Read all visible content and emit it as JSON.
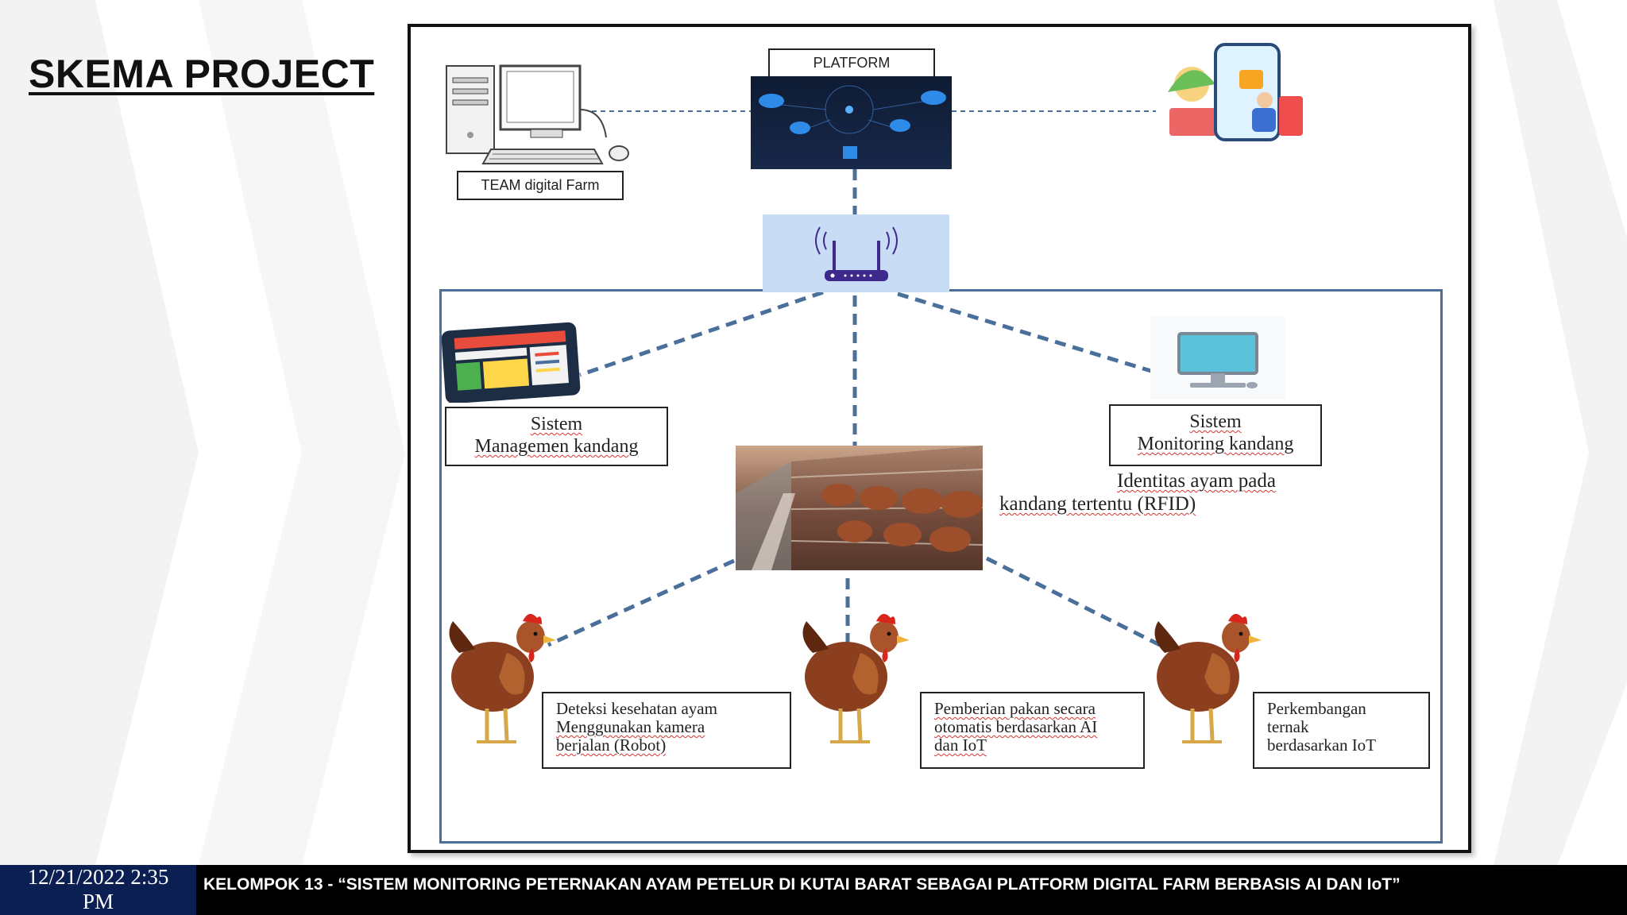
{
  "slide": {
    "title": "SKEMA PROJECT"
  },
  "diagram": {
    "platform_label": "PLATFORM",
    "team_label": "TEAM digital Farm",
    "management": {
      "line1": "Sistem",
      "line2": "Managemen kandang"
    },
    "monitoring": {
      "line1": "Sistem",
      "line2": "Monitoring  kandang"
    },
    "rfid": {
      "line1": "Identitas ayam pada",
      "line2": "kandang tertentu (RFID)"
    },
    "health": {
      "line1": "Deteksi kesehatan ayam",
      "line2": "Menggunakan kamera",
      "line3": "berjalan (Robot)"
    },
    "feeding": {
      "line1": "Pemberian pakan secara",
      "line2": "otomatis berdasarkan AI",
      "line3": "dan IoT"
    },
    "growth": {
      "line1": "Perkembangan",
      "line2": "ternak",
      "line3": "berdasarkan IoT"
    }
  },
  "footer": {
    "date_line1": "12/21/2022 2:35",
    "date_line2": "PM",
    "caption": "KELOMPOK 13 -  “SISTEM MONITORING PETERNAKAN AYAM PETELUR DI KUTAI BARAT SEBAGAI PLATFORM DIGITAL FARM BERBASIS AI DAN IoT”"
  },
  "colors": {
    "connector": "#4a6f9a",
    "footer_bg": "#000000",
    "date_bg": "#0b1f52",
    "router_bg": "#c9dcf6",
    "platform_bg": "#0e1b33"
  },
  "icons": {
    "computer": "desktop-computer-icon",
    "platform": "cloud-network-icon",
    "mobile": "mobile-user-icon",
    "router": "wifi-router-icon",
    "tablet": "tablet-dashboard-icon",
    "monitor": "monitor-icon",
    "farm": "chicken-coop-photo",
    "chicken": "chicken-icon"
  }
}
